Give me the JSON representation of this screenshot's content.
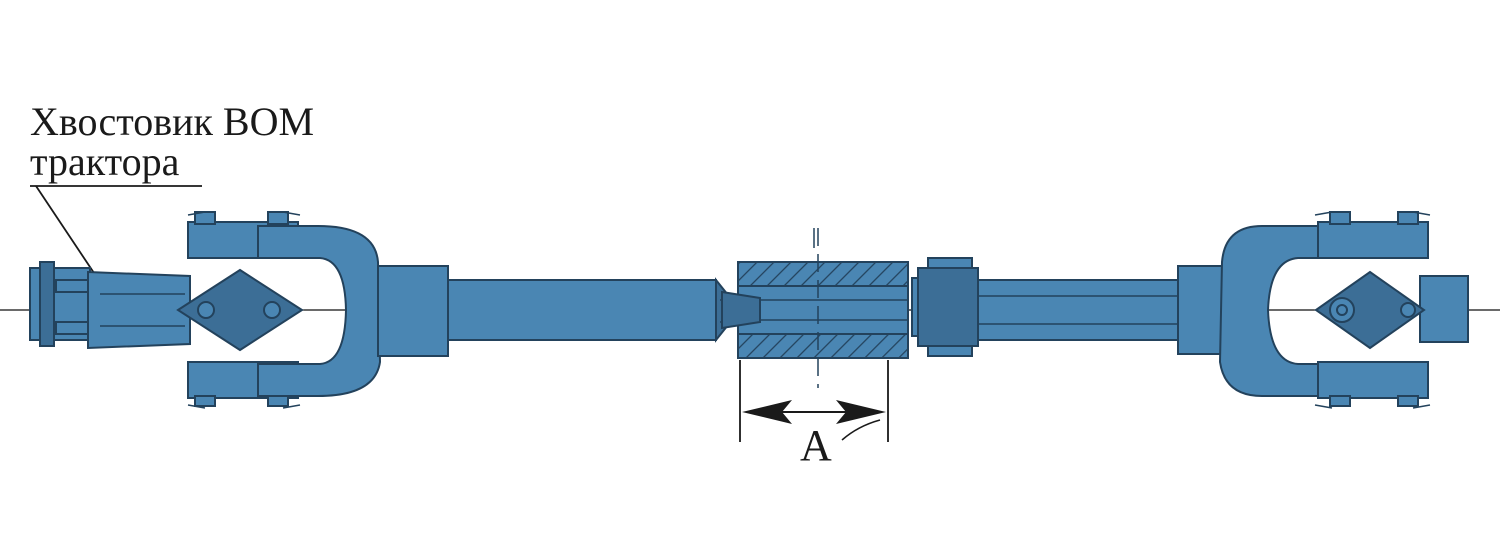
{
  "callout": {
    "line1": "Хвостовик ВОМ",
    "line2": "трактора"
  },
  "dimension": {
    "label": "A"
  },
  "colors": {
    "steel": "#4a86b3",
    "steel_dark": "#3c6e96",
    "outline": "#23425c",
    "background": "#ffffff"
  }
}
